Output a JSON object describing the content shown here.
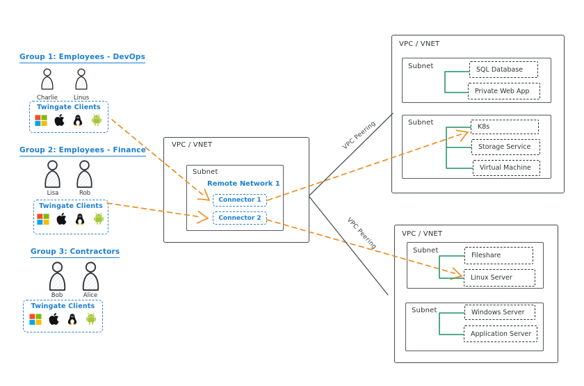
{
  "colors": {
    "accent_blue": "#1c7ed6",
    "arrow_orange": "#ee8c1e",
    "bracket_green": "#3da176",
    "line_gray": "#4a5056",
    "ink": "#2f3337"
  },
  "groups": [
    {
      "title": "Group 1: Employees - DevOps",
      "users": [
        "Charlie",
        "Linus"
      ],
      "clients_label": "Twingate Clients"
    },
    {
      "title": "Group 2: Employees - Finance",
      "users": [
        "Lisa",
        "Rob"
      ],
      "clients_label": "Twingate Clients"
    },
    {
      "title": "Group 3: Contractors",
      "users": [
        "Bob",
        "Alice"
      ],
      "clients_label": "Twingate Clients"
    }
  ],
  "os_icons": [
    "windows-icon",
    "apple-icon",
    "linux-icon",
    "android-icon"
  ],
  "user_icon": "person-icon",
  "remote_vpc": {
    "label": "VPC / VNET",
    "subnet_label": "Subnet",
    "network_label": "Remote Network 1",
    "connectors": [
      "Connector 1",
      "Connector 2"
    ]
  },
  "peering": {
    "top_label": "VPC Peering",
    "bottom_label": "VPC Peering"
  },
  "vpc_top": {
    "label": "VPC / VNET",
    "subnets": [
      {
        "label": "Subnet",
        "resources": [
          "SQL Database",
          "Private Web App"
        ]
      },
      {
        "label": "Subnet",
        "resources": [
          "K8s",
          "Storage Service",
          "Virtual Machine"
        ]
      }
    ]
  },
  "vpc_bottom": {
    "label": "VPC / VNET",
    "subnets": [
      {
        "label": "Subnet",
        "resources": [
          "Fileshare",
          "Linux Server"
        ]
      },
      {
        "label": "Subnet",
        "resources": [
          "Windows Server",
          "Application Server"
        ]
      }
    ]
  }
}
